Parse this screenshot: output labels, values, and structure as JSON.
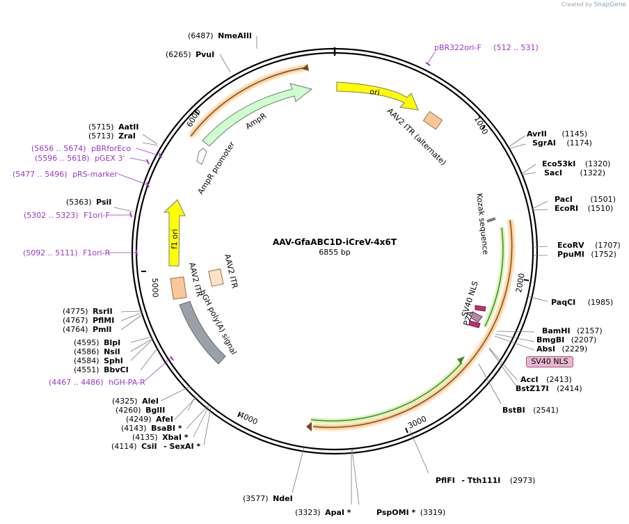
{
  "credit": {
    "prefix": "Created by",
    "brand": "SnapGene"
  },
  "plasmid": {
    "name": "AAV-GfaABC1D-iCreV-4x6T",
    "size": "6855 bp"
  },
  "ticks": [
    "1000",
    "2000",
    "3000",
    "4000",
    "5000",
    "6000"
  ],
  "features": {
    "ori": "ori",
    "itr_alt": "AAV2 ITR (alternate)",
    "kozak": "Kozak sequence",
    "sv40_nls_1": "SV40 NLS",
    "p2a": "P2A",
    "sv40_nls_2": "SV40 NLS",
    "ampr": "AmpR",
    "ampr_promoter": "AmpR promoter",
    "f1ori": "f1 ori",
    "itr_left": "AAV2 ITR",
    "itr_inner": "AAV2 ITR",
    "hgh": "hGH poly(A) signal"
  },
  "sites": [
    {
      "pos": "(6487)",
      "name": "NmeAIII",
      "tail": ""
    },
    {
      "pos": "(6265)",
      "name": "PvuI",
      "tail": ""
    },
    {
      "pos": "(5715)",
      "name": "AatII",
      "tail": ""
    },
    {
      "pos": "(5713)",
      "name": "ZraI",
      "tail": ""
    },
    {
      "pos": "(5363)",
      "name": "PsiI",
      "tail": ""
    },
    {
      "pos": "(4775)",
      "name": "RsrII",
      "tail": ""
    },
    {
      "pos": "(4767)",
      "name": "PflMI",
      "tail": ""
    },
    {
      "pos": "(4764)",
      "name": "PmlI",
      "tail": ""
    },
    {
      "pos": "(4595)",
      "name": "BlpI",
      "tail": ""
    },
    {
      "pos": "(4586)",
      "name": "NsiI",
      "tail": ""
    },
    {
      "pos": "(4584)",
      "name": "SphI",
      "tail": ""
    },
    {
      "pos": "(4551)",
      "name": "BbvCI",
      "tail": ""
    },
    {
      "pos": "(4325)",
      "name": "AleI",
      "tail": ""
    },
    {
      "pos": "(4260)",
      "name": "BglII",
      "tail": ""
    },
    {
      "pos": "(4249)",
      "name": "AfeI",
      "tail": ""
    },
    {
      "pos": "(4143)",
      "name": "BsaBI *",
      "tail": ""
    },
    {
      "pos": "(4135)",
      "name": "XbaI *",
      "tail": ""
    },
    {
      "pos": "(4114)",
      "name": "CsiI",
      "tail": "- SexAI *"
    },
    {
      "pos": "(3577)",
      "name": "NdeI",
      "tail": ""
    },
    {
      "pos": "(3323)",
      "name": "ApaI *",
      "tail": ""
    },
    {
      "pos": "(3319)",
      "name": "PspOMI *",
      "tail": ""
    },
    {
      "pos": "(2973)",
      "name": "PflFI",
      "tail": "- Tth111I"
    },
    {
      "pos": "(2541)",
      "name": "BstBI",
      "tail": ""
    },
    {
      "pos": "(2414)",
      "name": "BstZ17I",
      "tail": ""
    },
    {
      "pos": "(2413)",
      "name": "AccI",
      "tail": ""
    },
    {
      "pos": "(2229)",
      "name": "AbsI",
      "tail": ""
    },
    {
      "pos": "(2207)",
      "name": "BmgBI",
      "tail": ""
    },
    {
      "pos": "(2157)",
      "name": "BamHI",
      "tail": ""
    },
    {
      "pos": "(1985)",
      "name": "PaqCI",
      "tail": ""
    },
    {
      "pos": "(1752)",
      "name": "PpuMI",
      "tail": ""
    },
    {
      "pos": "(1707)",
      "name": "EcoRV",
      "tail": ""
    },
    {
      "pos": "(1510)",
      "name": "EcoRI",
      "tail": ""
    },
    {
      "pos": "(1501)",
      "name": "PacI",
      "tail": ""
    },
    {
      "pos": "(1322)",
      "name": "SacI",
      "tail": ""
    },
    {
      "pos": "(1320)",
      "name": "Eco53kI",
      "tail": ""
    },
    {
      "pos": "(1174)",
      "name": "SgrAI",
      "tail": ""
    },
    {
      "pos": "(1145)",
      "name": "AvrII",
      "tail": ""
    }
  ],
  "primers": [
    {
      "name": "pBR322ori-F",
      "range": "(512 .. 531)"
    },
    {
      "name": "pBRforEco",
      "range": "(5656 .. 5674)"
    },
    {
      "name": "pGEX 3'",
      "range": "(5596 .. 5618)"
    },
    {
      "name": "pRS-marker",
      "range": "(5477 .. 5496)"
    },
    {
      "name": "F1ori-F",
      "range": "(5302 .. 5323)"
    },
    {
      "name": "F1ori-R",
      "range": "(5092 .. 5111)"
    },
    {
      "name": "hGH-PA-R",
      "range": "(4467 .. 4486)"
    }
  ],
  "colors": {
    "backbone": "#000000",
    "ori": "#ffff00",
    "ampr": "#ccffcc",
    "itr": "#f8c89c",
    "hgh": "#9aa0a8",
    "orange_glow": "#f5b15a",
    "green_line": "#3f8a1e",
    "primer": "#9933cc",
    "nls_box": "#e8b7cf"
  }
}
